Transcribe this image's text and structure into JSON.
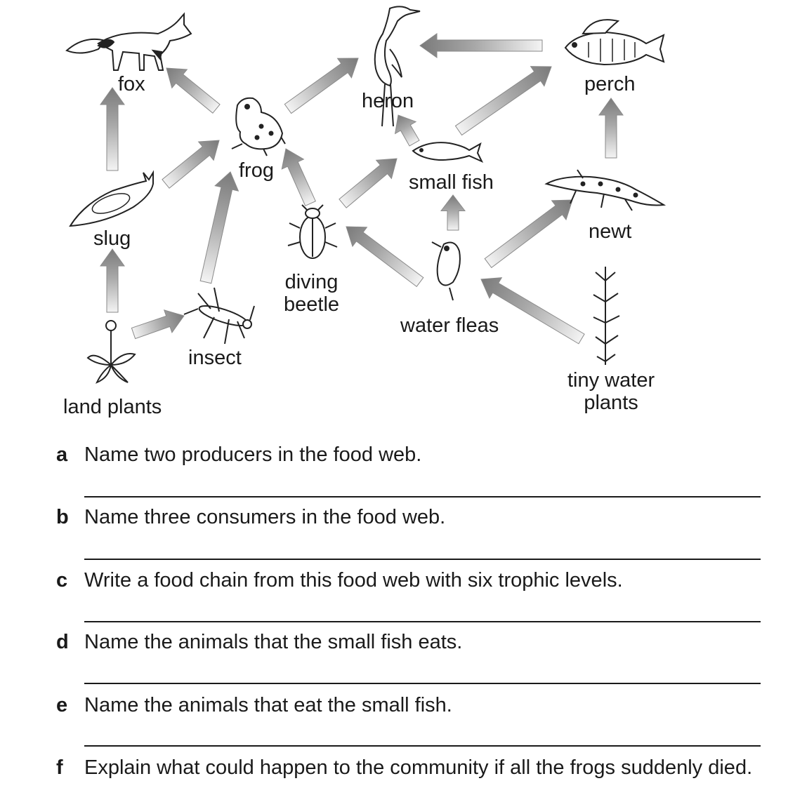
{
  "organisms": {
    "fox": "fox",
    "heron": "heron",
    "perch": "perch",
    "frog": "frog",
    "small_fish": "small fish",
    "slug": "slug",
    "newt": "newt",
    "diving_beetle": "diving\nbeetle",
    "water_fleas": "water fleas",
    "insect": "insect",
    "land_plants": "land plants",
    "tiny_water_plants": "tiny water\nplants"
  },
  "questions": [
    {
      "letter": "a",
      "text": "Name two producers in the food web."
    },
    {
      "letter": "b",
      "text": "Name three consumers in the food web."
    },
    {
      "letter": "c",
      "text": "Write a food chain from this food web with six trophic levels."
    },
    {
      "letter": "d",
      "text": "Name the animals that the small fish eats."
    },
    {
      "letter": "e",
      "text": "Name the animals that eat the small fish."
    },
    {
      "letter": "f",
      "text": "Explain what could happen to the community if all the frogs suddenly died."
    }
  ]
}
